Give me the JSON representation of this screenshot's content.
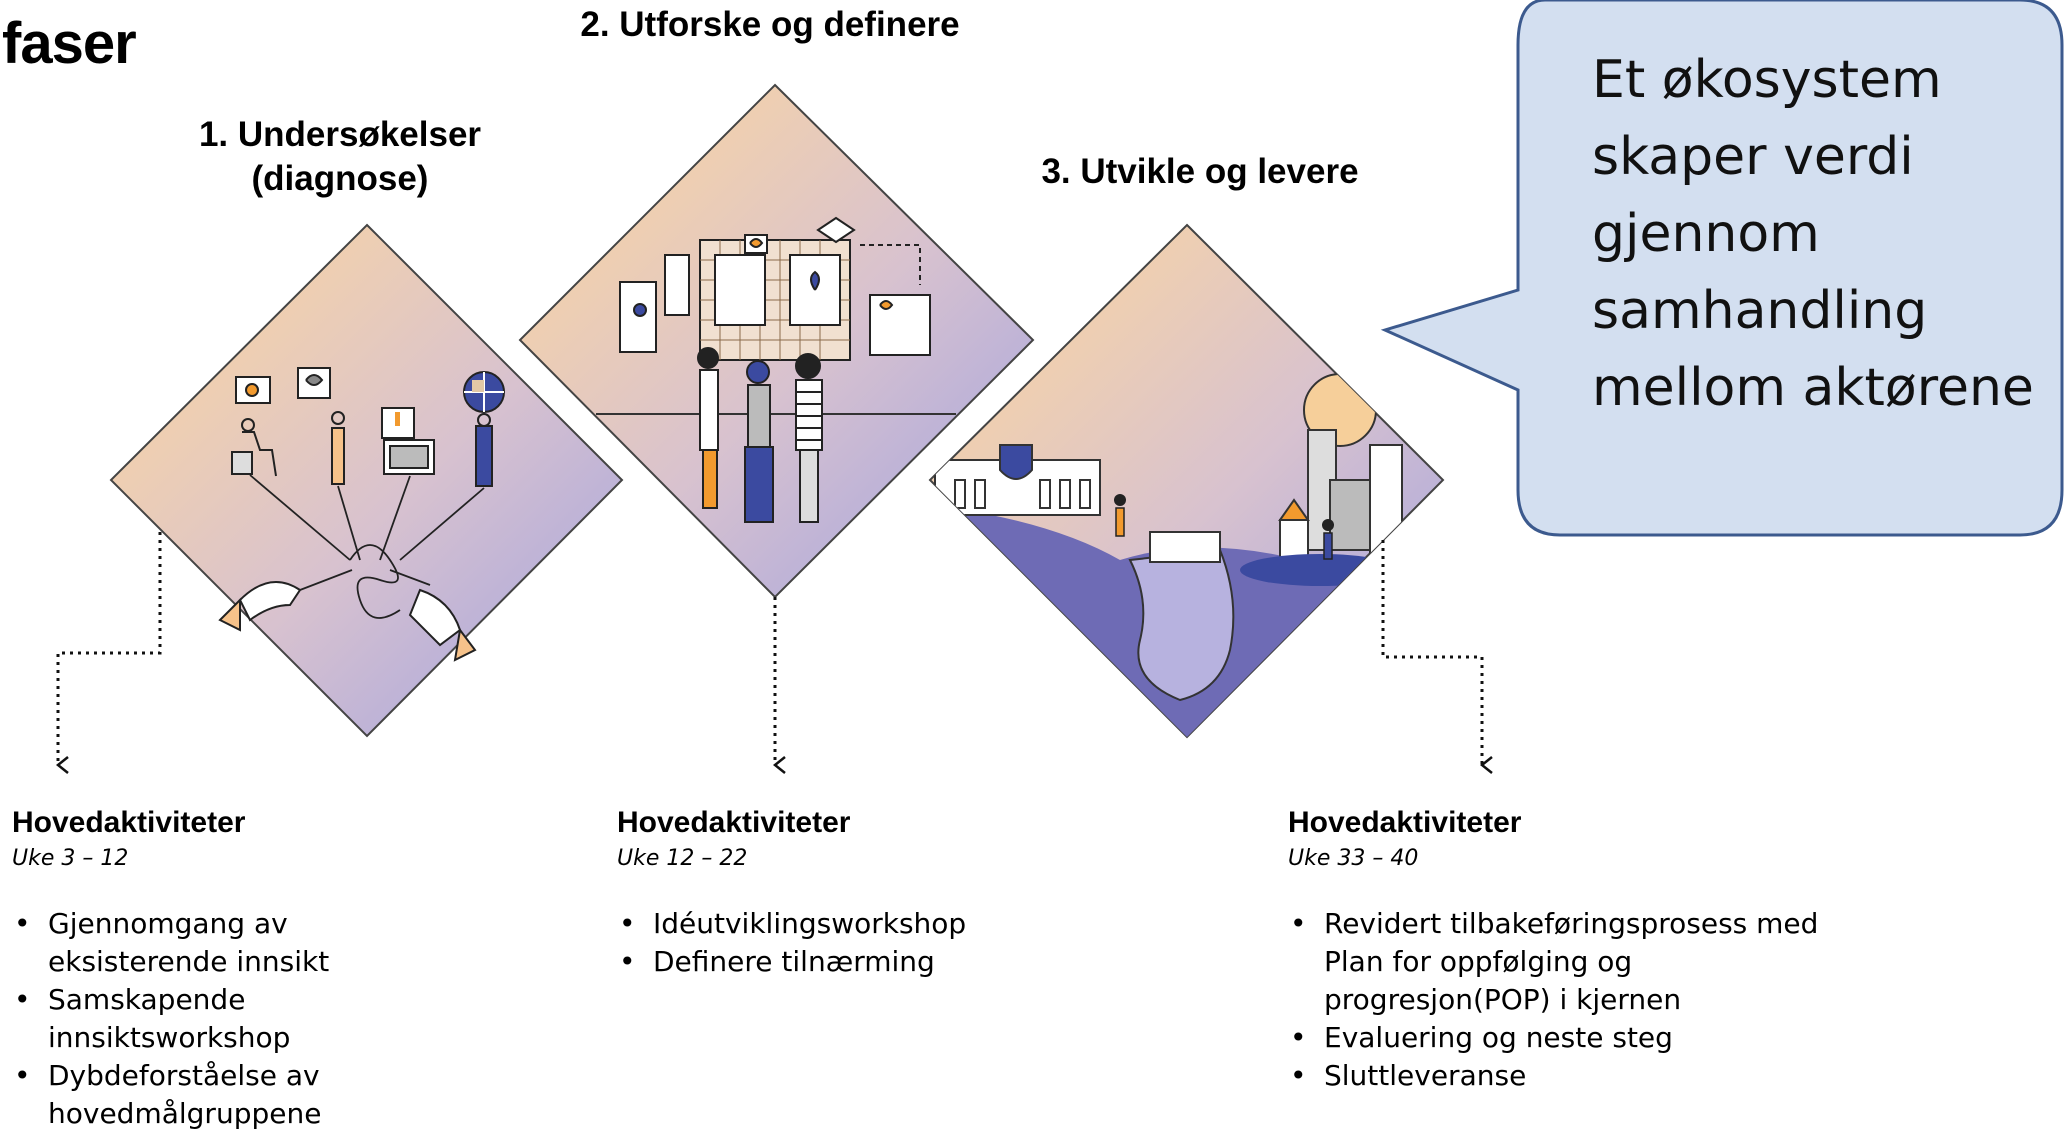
{
  "page_title": "faser",
  "phases": [
    {
      "title_line1": "1. Undersøkelser",
      "title_line2": "(diagnose)"
    },
    {
      "title_line1": "2. Utforske og definere"
    },
    {
      "title_line1": "3. Utvikle og levere"
    }
  ],
  "callout": {
    "lines": [
      "Et økosystem",
      "skaper verdi",
      "gjennom",
      "samhandling",
      "mellom aktørene"
    ]
  },
  "sections": [
    {
      "heading": "Hovedaktiviteter",
      "weeks": "Uke 3 –   12",
      "items": [
        "Gjennomgang av eksisterende innsikt",
        "Samskapende innsiktsworkshop",
        "Dybdeforståelse av hovedmålgruppene"
      ]
    },
    {
      "heading": "Hovedaktiviteter",
      "weeks": "Uke 12 – 22",
      "items": [
        "Idéutviklingsworkshop",
        "Definere tilnærming"
      ]
    },
    {
      "heading": "Hovedaktiviteter",
      "weeks": "Uke 33 – 40",
      "items": [
        "Revidert tilbakeføringsprosess med Plan for oppfølging og progresjon(POP) i kjernen",
        "Evaluering og neste steg",
        "Sluttleveranse"
      ]
    }
  ],
  "colors": {
    "gradient_top": "#f6d3a8",
    "gradient_bottom": "#b6b1df",
    "accent_orange": "#f29a2e",
    "accent_blue": "#3b4aa0",
    "callout_fill": "#d3dff0",
    "callout_stroke": "#3c5a8e"
  }
}
